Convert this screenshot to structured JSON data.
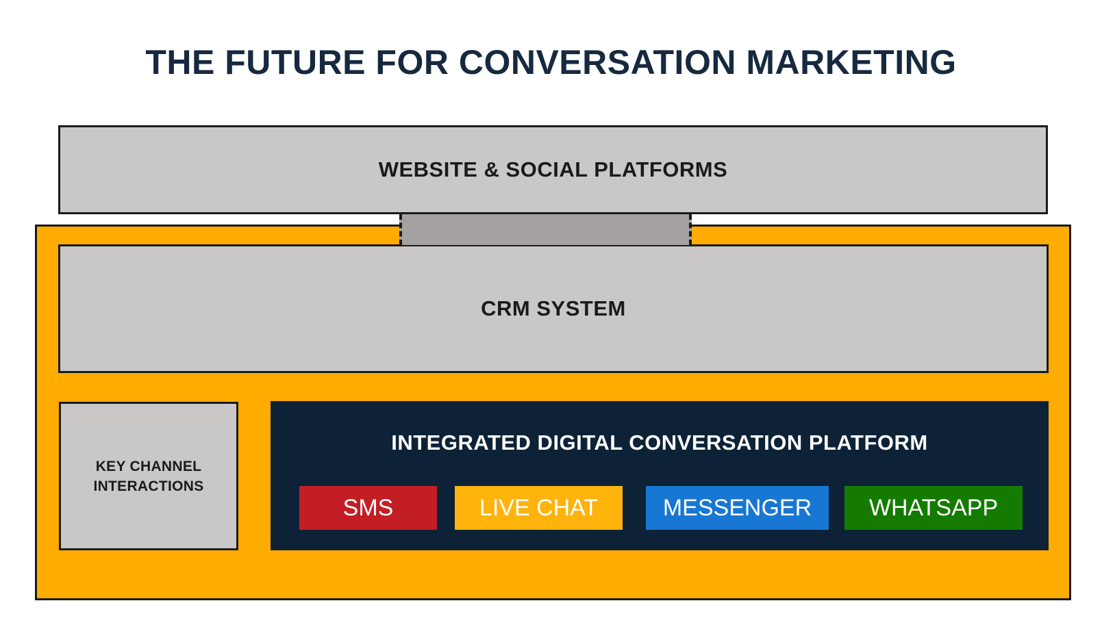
{
  "title": "THE FUTURE FOR CONVERSATION MARKETING",
  "colors": {
    "title_navy": "#16293F",
    "box_gray": "#C9C8C6",
    "connector_gray": "#A5A1A0",
    "frame_orange": "#FFAB00",
    "platform_navy": "#0D2236",
    "border_black": "#1A1A1A",
    "label_dark": "#1A1A1A",
    "label_light": "#FFFFFF"
  },
  "layers": {
    "website": {
      "label": "WEBSITE & SOCIAL PLATFORMS"
    },
    "crm": {
      "label": "CRM SYSTEM"
    },
    "key_channel": {
      "label": "KEY CHANNEL INTERACTIONS"
    },
    "platform": {
      "label": "INTEGRATED DIGITAL CONVERSATION PLATFORM",
      "channels": [
        {
          "label": "SMS",
          "color": "#C31E24"
        },
        {
          "label": "LIVE CHAT",
          "color": "#FFB30D"
        },
        {
          "label": "MESSENGER",
          "color": "#1877D2"
        },
        {
          "label": "WHATSAPP",
          "color": "#147B00"
        }
      ]
    }
  }
}
